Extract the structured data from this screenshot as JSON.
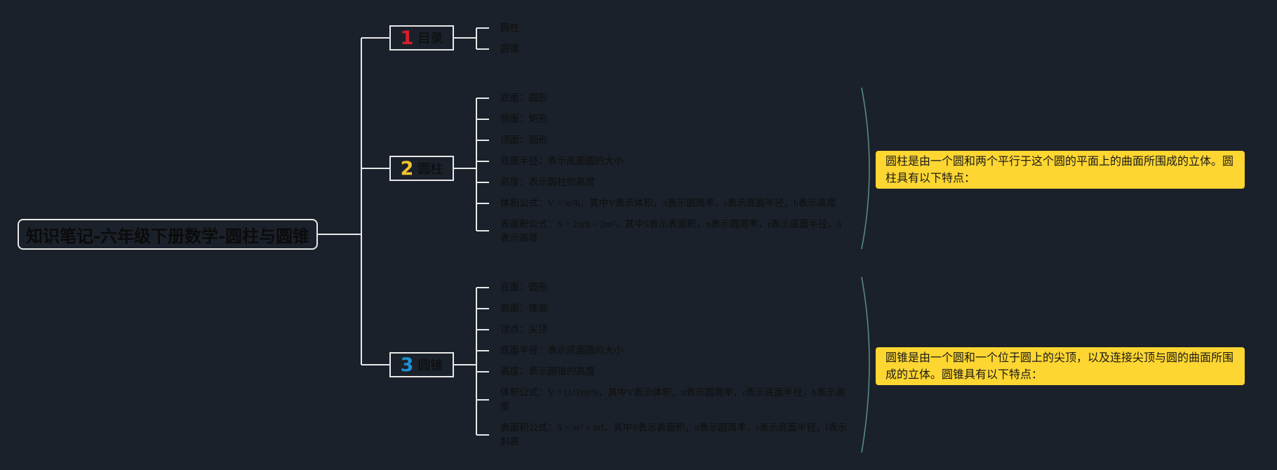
{
  "root": {
    "title": "知识笔记-六年级下册数学-圆柱与圆锥"
  },
  "branches": [
    {
      "number": "1",
      "number_color": "#d6202b",
      "label": "目录",
      "items": [
        "圆柱",
        "圆锥"
      ]
    },
    {
      "number": "2",
      "number_color": "#f2c230",
      "label": "圆柱",
      "items": [
        "底面：圆形",
        "侧面：矩形",
        "顶面：圆形",
        "底面半径：表示底面圆的大小",
        "高度：表示圆柱的高度",
        "体积公式：V = πr²h，其中V表示体积，π表示圆周率，r表示底面半径，h表示高度",
        "表面积公式：S = 2πrh + 2πr²，其中S表示表面积，π表示圆周率，r表示底面半径，h表示高度"
      ],
      "summary": "圆柱是由一个圆和两个平行于这个圆的平面上的曲面所围成的立体。圆柱具有以下特点："
    },
    {
      "number": "3",
      "number_color": "#1e90d6",
      "label": "圆锥",
      "items": [
        "底面：圆形",
        "侧面：锥面",
        "顶点：尖顶",
        "底面半径：表示底面圆的大小",
        "高度：表示圆锥的高度",
        "体积公式：V = (1/3)πr²h，其中V表示体积，π表示圆周率，r表示底面半径，h表示高度",
        "表面积公式：S = πr² + πrl，其中S表示表面积，π表示圆周率，r表示底面半径，l表示斜高"
      ],
      "summary": "圆锥是由一个圆和一个位于圆上的尖顶，以及连接尖顶与圆的曲面所围成的立体。圆锥具有以下特点："
    }
  ],
  "colors": {
    "background": "#1b212a",
    "line": "#e8e8e8",
    "bracket": "#5a8f8a",
    "note_fill": "#fed631"
  }
}
